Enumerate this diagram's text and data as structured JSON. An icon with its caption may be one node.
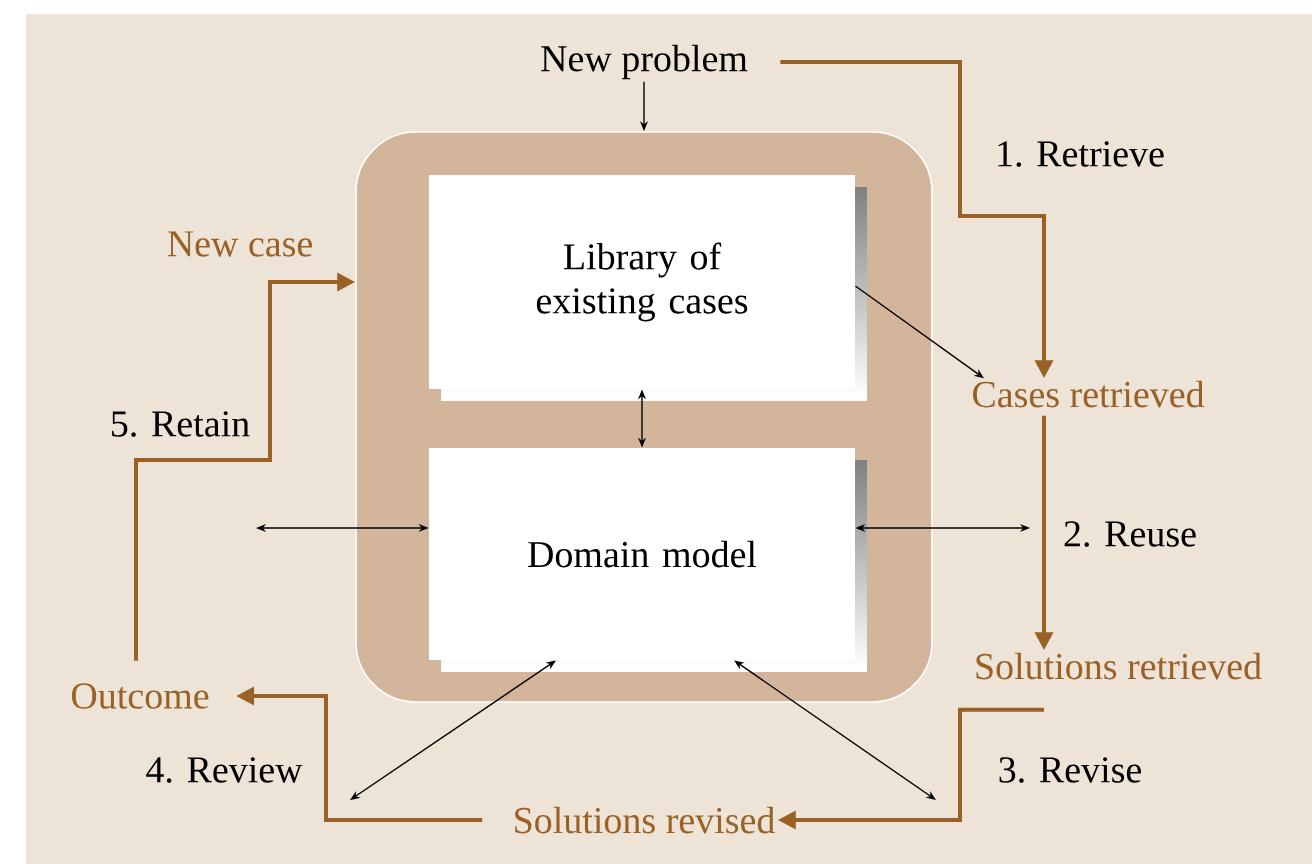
{
  "diagram": {
    "nodes": [
      {
        "text": [
          "New problem"
        ]
      },
      {
        "text": [],
        "shape": "box"
      },
      {
        "text": [
          "Library of existing cases"
        ],
        "in": 1
      },
      {
        "text": [
          "Domain model"
        ],
        "in": 1
      },
      {
        "text": [
          "Cases retrieved"
        ]
      },
      {
        "text": [
          "Solutions retrieved"
        ]
      },
      {
        "text": [
          "Solutions revised"
        ]
      },
      {
        "text": [
          "Outcome"
        ]
      }
    ],
    "edges": [
      {
        "from": 0,
        "to": 1,
        "arrow": "to"
      },
      {
        "from": 0,
        "to": 4,
        "arrow": "to",
        "label": "1. Retrieve",
        "color": "#9a6127"
      },
      {
        "from": 2,
        "to": 4,
        "arrow": "to"
      },
      {
        "from": 2,
        "to": 3,
        "arrow": "both"
      },
      {
        "from": 4,
        "to": 5,
        "arrow": "to",
        "label": "2. Reuse",
        "color": "#9a6127"
      },
      {
        "from": null,
        "to": 3,
        "arrow": "both"
      },
      {
        "from": 3,
        "to": null,
        "arrow": "both"
      },
      {
        "from": 5,
        "to": 6,
        "arrow": "to",
        "label": "3. Revise",
        "color": "#9a6127"
      },
      {
        "from": 3,
        "to": null,
        "arrow": "both"
      },
      {
        "from": 3,
        "to": null,
        "arrow": "both"
      },
      {
        "from": 6,
        "to": 7,
        "arrow": "to",
        "label": "4. Review",
        "color": "#9a6127"
      },
      {
        "from": 7,
        "to": 1,
        "arrow": "to",
        "label": "5. Retain",
        "color": "#9a6127"
      }
    ],
    "labels": [
      "New case"
    ]
  }
}
